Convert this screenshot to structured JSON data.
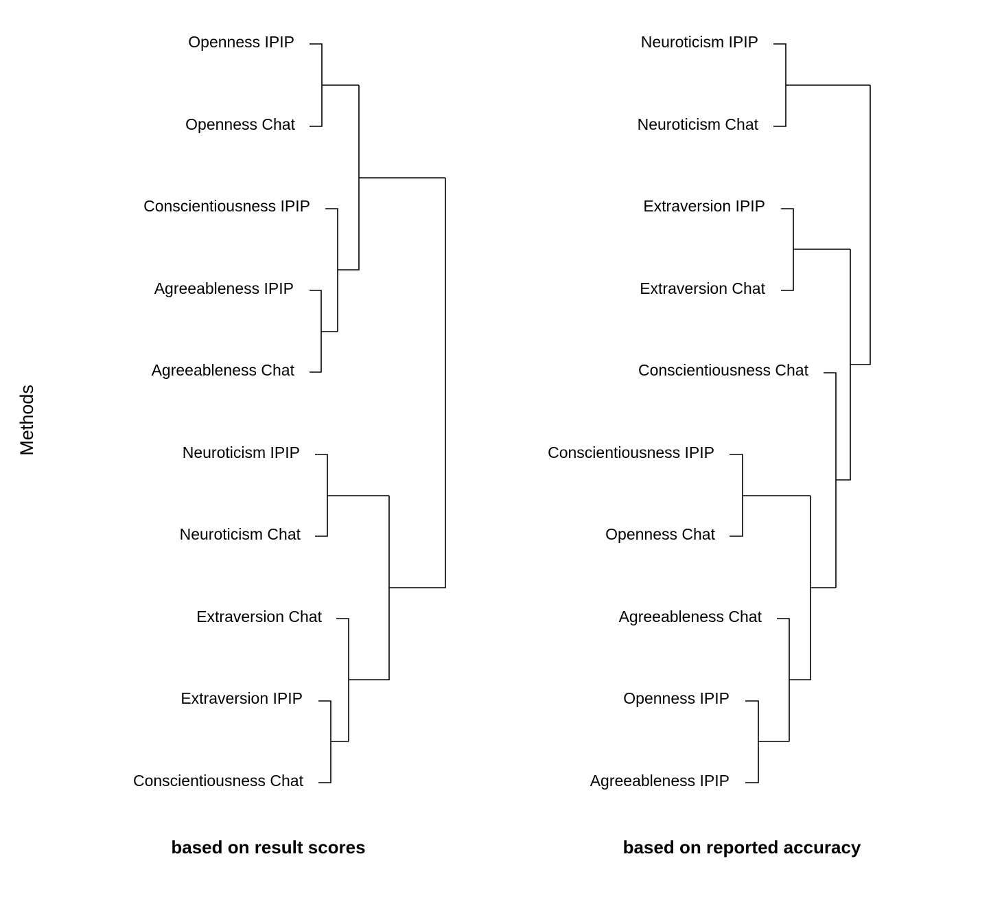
{
  "y_axis_label": "Methods",
  "panels": [
    {
      "title": "based on result scores",
      "leaves": [
        "Openness IPIP",
        "Openness Chat",
        "Conscientiousness IPIP",
        "Agreeableness IPIP",
        "Agreeableness Chat",
        "Neuroticism IPIP",
        "Neuroticism Chat",
        "Extraversion Chat",
        "Extraversion IPIP",
        "Conscientiousness Chat"
      ]
    },
    {
      "title": "based on reported accuracy",
      "leaves": [
        "Neuroticism IPIP",
        "Neuroticism Chat",
        "Extraversion IPIP",
        "Extraversion Chat",
        "Conscientiousness Chat",
        "Conscientiousness IPIP",
        "Openness Chat",
        "Agreeableness Chat",
        "Openness IPIP",
        "Agreeableness IPIP"
      ]
    }
  ]
}
